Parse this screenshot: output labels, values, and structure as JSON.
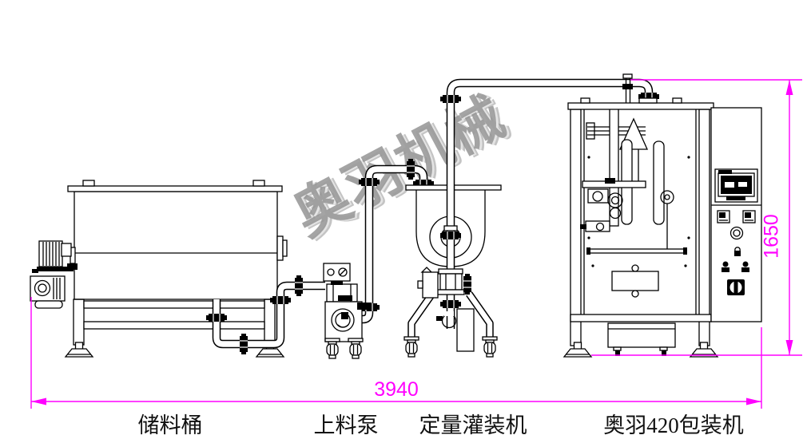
{
  "page": {
    "background_color": "#ffffff",
    "line_color": "#000000"
  },
  "watermark": {
    "text": "奥羽机械",
    "color": "#949494"
  },
  "dimensions": {
    "color": "#ff00ff",
    "width": {
      "label": "3940"
    },
    "height": {
      "label": "1650"
    }
  },
  "equipment_labels": {
    "storage_tank": "储料桶",
    "feed_pump": "上料泵",
    "filling_machine": "定量灌装机",
    "packaging_machine": "奥羽420包装机"
  }
}
